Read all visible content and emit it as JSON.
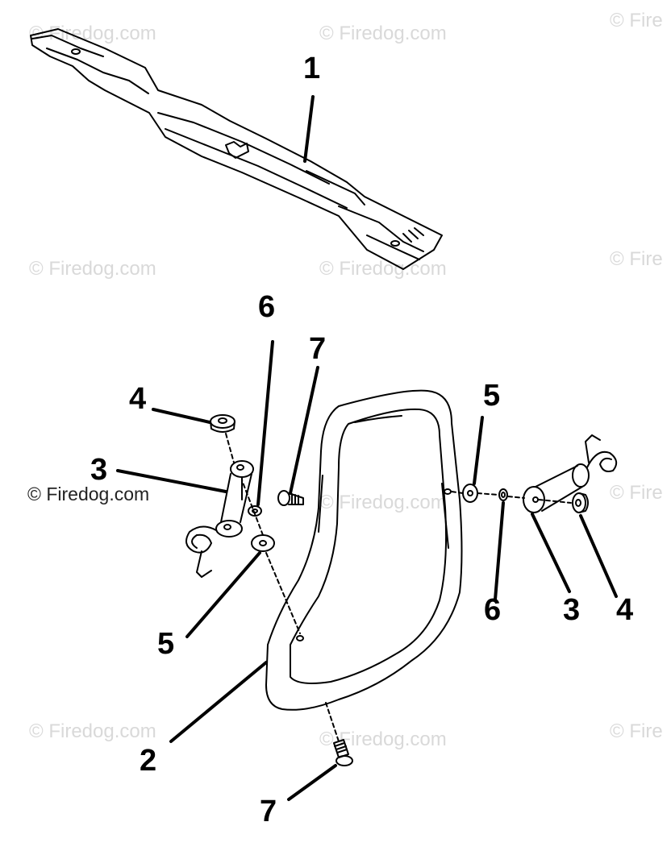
{
  "watermark": {
    "text": "© Firedog.com",
    "partial_text": "© Fire"
  },
  "callouts": {
    "blade": "1",
    "shield": "2",
    "bracket_left": "3",
    "bracket_right": "3",
    "knob_left": "4",
    "knob_right": "4",
    "washer_left": "5",
    "washer_right": "5",
    "lockwasher_left": "6",
    "lockwasher_right": "6",
    "screw_top": "7",
    "screw_bottom": "7"
  },
  "colors": {
    "ink": "#000000",
    "watermark": "#d9d9d9"
  }
}
